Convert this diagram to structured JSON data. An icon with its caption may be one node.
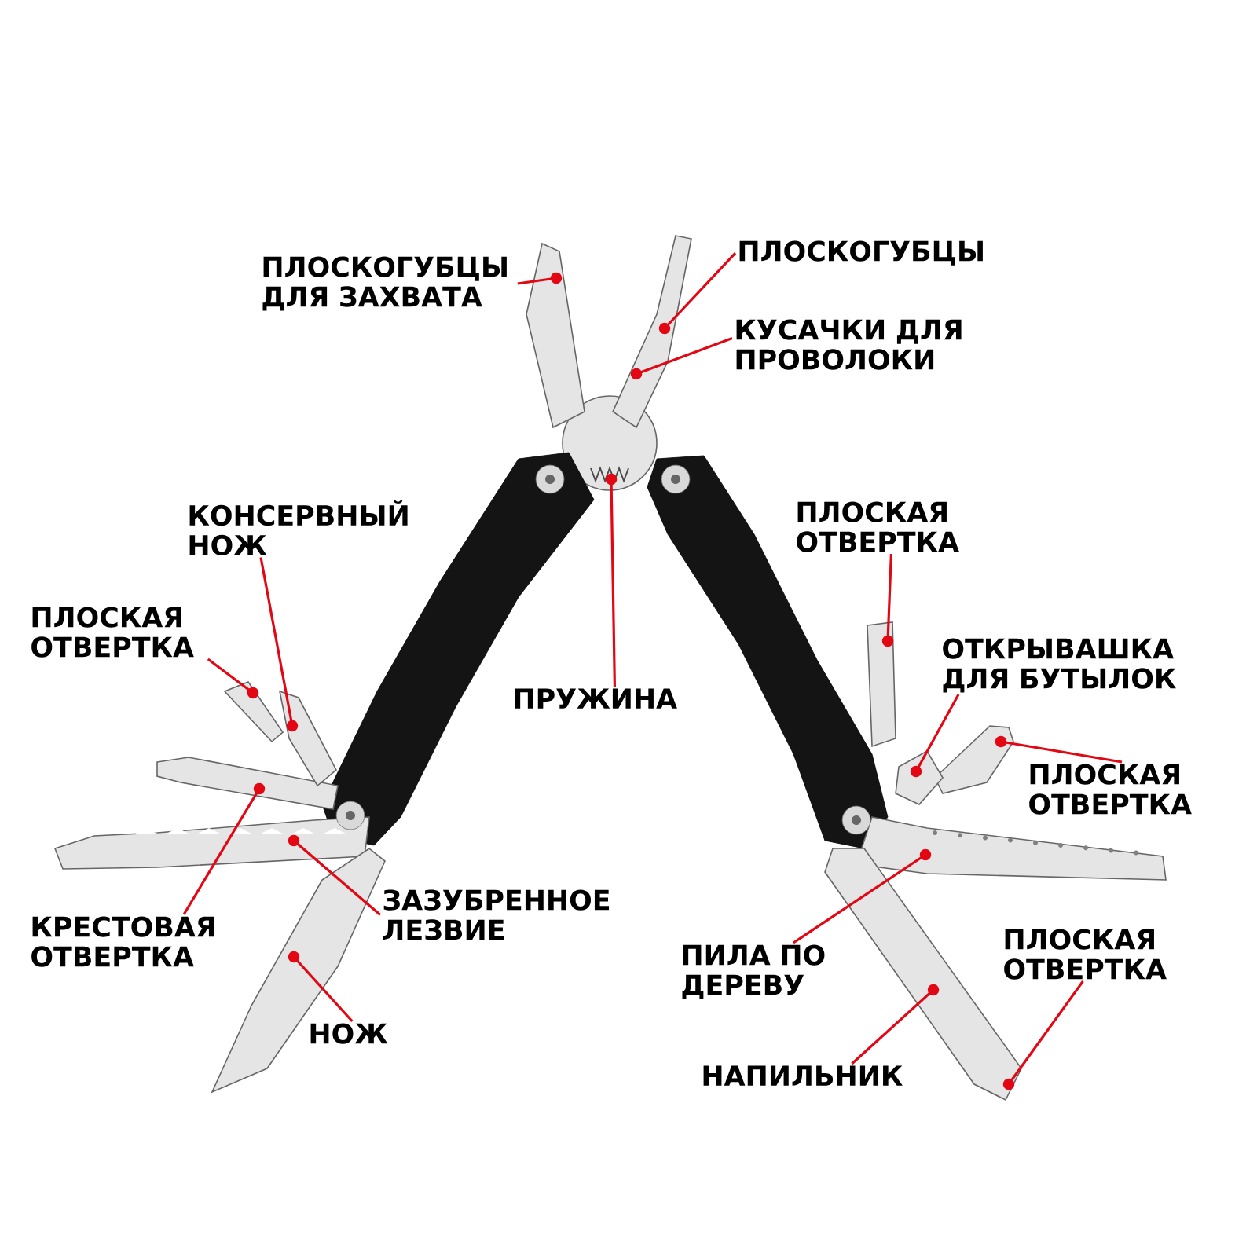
{
  "diagram": {
    "nodes": [
      {
        "text": [
          "ПЛОСКОГУБЦЫ ДЛЯ ЗАХВАТА"
        ]
      },
      {
        "text": [
          "ПЛОСКОГУБЦЫ"
        ]
      },
      {
        "text": [
          "КУСАЧКИ ДЛЯ ПРОВОЛОКИ"
        ]
      },
      {
        "text": [
          "КОНСЕРВНЫЙ НОЖ"
        ]
      },
      {
        "text": [
          "ПЛОСКАЯ ОТВЕРТКА"
        ]
      },
      {
        "text": [
          "ПРУЖИНА"
        ]
      },
      {
        "text": [
          "ПЛОСКАЯ ОТВЕРТКА"
        ]
      },
      {
        "text": [
          "ОТКРЫВАШКА ДЛЯ БУТЫЛОК"
        ]
      },
      {
        "text": [
          "ПЛОСКАЯ ОТВЕРТКА"
        ]
      },
      {
        "text": [
          "КРЕСТОВАЯ ОТВЕРТКА"
        ]
      },
      {
        "text": [
          "ЗАЗУБРЕННОЕ ЛЕЗВИЕ"
        ]
      },
      {
        "text": [
          "НОЖ"
        ]
      },
      {
        "text": [
          "ПИЛА ПО ДЕРЕВУ"
        ]
      },
      {
        "text": [
          "ПЛОСКАЯ ОТВЕРТКА"
        ]
      },
      {
        "text": [
          "НАПИЛЬНИК"
        ]
      },
      {
        "text": [],
        "shape": "picture"
      },
      {
        "text": [],
        "shape": "picture"
      },
      {
        "text": [],
        "shape": "picture"
      },
      {
        "text": [],
        "shape": "picture"
      },
      {
        "text": [],
        "shape": "picture"
      },
      {
        "text": [],
        "shape": "picture"
      },
      {
        "text": [],
        "shape": "picture"
      },
      {
        "text": [],
        "shape": "picture"
      },
      {
        "text": [],
        "shape": "picture"
      },
      {
        "text": [],
        "shape": "picture"
      },
      {
        "text": [],
        "shape": "picture"
      },
      {
        "text": [],
        "shape": "picture"
      },
      {
        "text": [],
        "shape": "picture"
      }
    ],
    "edges": [
      {
        "from": 0,
        "to": 15,
        "arrow": "other"
      },
      {
        "from": 1,
        "to": 16,
        "arrow": "other"
      },
      {
        "from": 2,
        "to": 16,
        "arrow": "other"
      },
      {
        "from": 3,
        "to": 18,
        "arrow": "other"
      },
      {
        "from": 4,
        "to": 19,
        "arrow": "other"
      },
      {
        "from": 5,
        "to": 17,
        "arrow": "other"
      },
      {
        "from": 6,
        "to": 23,
        "arrow": "other"
      },
      {
        "from": 7,
        "to": 24,
        "arrow": "other"
      },
      {
        "from": 8,
        "to": 25,
        "arrow": "other"
      },
      {
        "from": 9,
        "to": 20,
        "arrow": "other"
      },
      {
        "from": 10,
        "to": 21,
        "arrow": "other"
      },
      {
        "from": 11,
        "to": 22,
        "arrow": "other"
      },
      {
        "from": 12,
        "to": 26,
        "arrow": "other"
      },
      {
        "from": 13,
        "to": 27,
        "arrow": "other"
      },
      {
        "from": 14,
        "to": 27,
        "arrow": "other"
      }
    ]
  }
}
